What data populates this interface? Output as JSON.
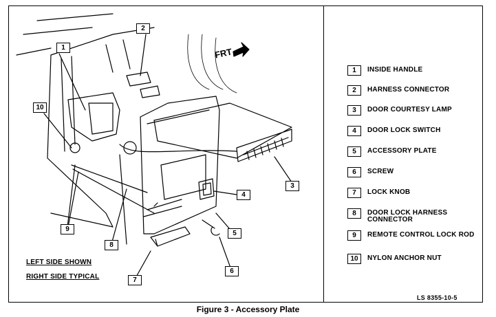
{
  "figure": {
    "caption": "Figure 3 - Accessory Plate",
    "doc_number": "LS 8355-10-5",
    "direction_label": "FRT",
    "notes": [
      "LEFT SIDE SHOWN",
      "RIGHT SIDE TYPICAL"
    ]
  },
  "callouts": [
    "1",
    "2",
    "3",
    "4",
    "5",
    "6",
    "7",
    "8",
    "9",
    "10"
  ],
  "legend": [
    {
      "num": "1",
      "text": "INSIDE HANDLE"
    },
    {
      "num": "2",
      "text": "HARNESS CONNECTOR"
    },
    {
      "num": "3",
      "text": "DOOR COURTESY LAMP"
    },
    {
      "num": "4",
      "text": "DOOR LOCK SWITCH"
    },
    {
      "num": "5",
      "text": "ACCESSORY PLATE"
    },
    {
      "num": "6",
      "text": "SCREW"
    },
    {
      "num": "7",
      "text": "LOCK KNOB"
    },
    {
      "num": "8",
      "text": "DOOR LOCK HARNESS\nCONNECTOR"
    },
    {
      "num": "9",
      "text": "REMOTE CONTROL LOCK ROD"
    },
    {
      "num": "10",
      "text": "NYLON ANCHOR NUT"
    }
  ]
}
